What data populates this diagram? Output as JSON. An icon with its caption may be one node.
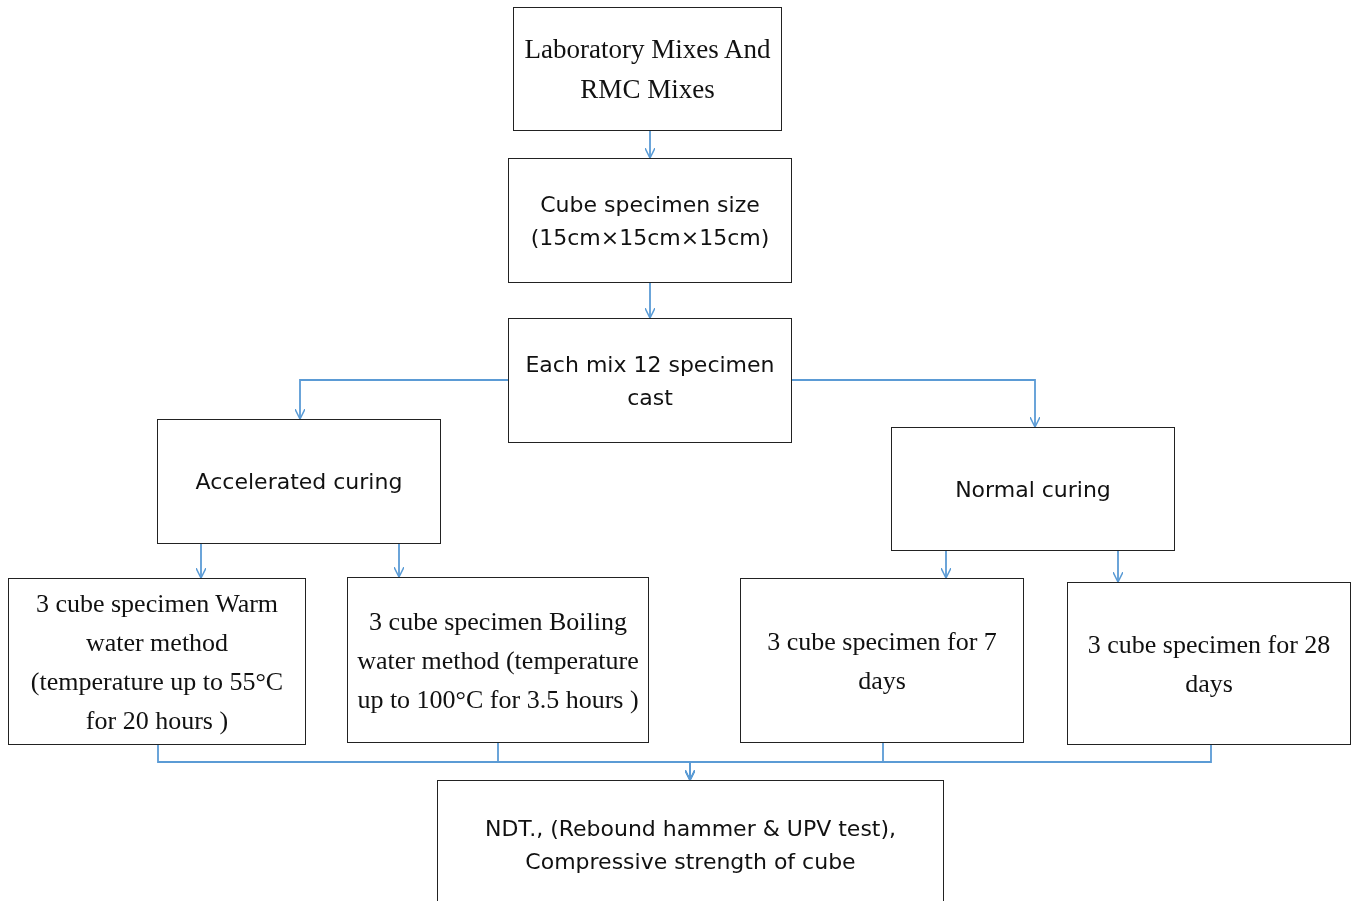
{
  "diagram": {
    "nodes": [
      {
        "text": [
          "Laboratory Mixes And RMC Mixes"
        ]
      },
      {
        "text": [
          "Cube specimen size (15cm×15cm×15cm)"
        ]
      },
      {
        "text": [
          "Each mix 12 specimen cast"
        ]
      },
      {
        "text": [
          "Accelerated curing"
        ]
      },
      {
        "text": [
          "Normal curing"
        ]
      },
      {
        "text": [
          "3 cube specimen Warm water method (temperature up to 55°C for 20 hours )"
        ]
      },
      {
        "text": [
          "3 cube specimen Boiling water method (temperature up to 100°C for 3.5 hours )"
        ]
      },
      {
        "text": [
          "3 cube specimen for 7 days"
        ]
      },
      {
        "text": [
          "3 cube specimen for 28 days"
        ]
      },
      {
        "text": [
          "NDT., (Rebound hammer & UPV test), Compressive strength of cube"
        ]
      }
    ],
    "edges": [
      {
        "from": 0,
        "to": 1,
        "arrow": "to"
      },
      {
        "from": 1,
        "to": 2,
        "arrow": "to"
      },
      {
        "from": 2,
        "to": 3,
        "arrow": "to"
      },
      {
        "from": 2,
        "to": 4,
        "arrow": "to"
      },
      {
        "from": 3,
        "to": 5,
        "arrow": "to"
      },
      {
        "from": 3,
        "to": 6,
        "arrow": "to"
      },
      {
        "from": 4,
        "to": 7,
        "arrow": "to"
      },
      {
        "from": 4,
        "to": 8,
        "arrow": "to"
      },
      {
        "from": 5,
        "to": 9,
        "arrow": "to"
      },
      {
        "from": 6,
        "to": 9,
        "arrow": "to"
      },
      {
        "from": 7,
        "to": 9,
        "arrow": "to"
      },
      {
        "from": 8,
        "to": 9,
        "arrow": "to"
      }
    ]
  }
}
